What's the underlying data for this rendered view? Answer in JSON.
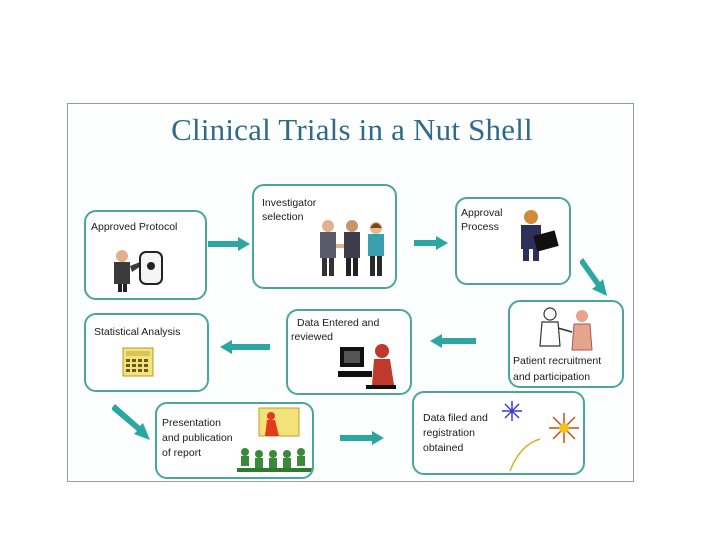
{
  "diagram": {
    "title": "Clinical Trials in a Nut Shell",
    "steps": [
      {
        "id": "approved-protocol",
        "label_lines": [
          "Approved Protocol"
        ]
      },
      {
        "id": "investigator-selection",
        "label_lines": [
          "Investigator",
          "selection"
        ]
      },
      {
        "id": "approval-process",
        "label_lines": [
          "Approval",
          "Process"
        ]
      },
      {
        "id": "patient-recruitment",
        "label_lines": [
          "Patient recruitment",
          "and participation"
        ]
      },
      {
        "id": "data-entered",
        "label_lines": [
          "Data Entered and",
          "reviewed"
        ]
      },
      {
        "id": "statistical-analysis",
        "label_lines": [
          "Statistical Analysis"
        ]
      },
      {
        "id": "presentation",
        "label_lines": [
          "Presentation",
          "and publication",
          "of report"
        ]
      },
      {
        "id": "data-filed",
        "label_lines": [
          "Data filed and",
          "registration",
          "obtained"
        ]
      }
    ],
    "colors": {
      "box_border": "#4aa69d",
      "arrow": "#2aa7a0",
      "title": "#2f6a8a"
    }
  }
}
